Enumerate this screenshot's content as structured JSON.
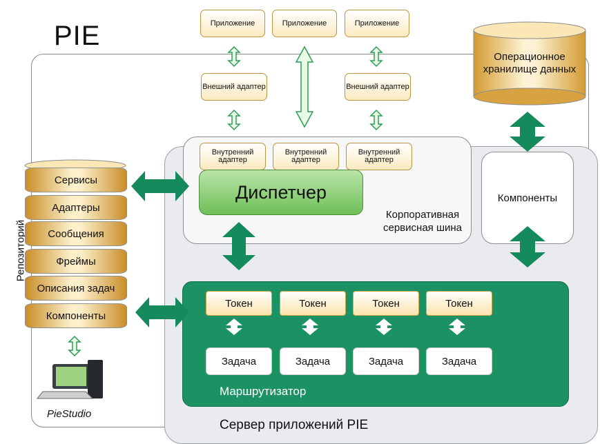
{
  "title": "PIE",
  "applications": [
    "Приложение",
    "Приложение",
    "Приложение"
  ],
  "external_adapters": [
    "Внешний адаптер",
    "Внешний адаптер"
  ],
  "internal_adapters": [
    "Внутренний адаптер",
    "Внутренний адаптер",
    "Внутренний адаптер"
  ],
  "datastore": "Операционное хранилище данных",
  "dispatcher": "Диспетчер",
  "esb_label": "Корпоративная сервисная шина",
  "components_box": "Компоненты",
  "repository": {
    "label": "Репозиторий",
    "items": [
      "Сервисы",
      "Адаптеры",
      "Сообщения",
      "Фреймы",
      "Описания задач",
      "Компоненты"
    ]
  },
  "tokens": [
    "Токен",
    "Токен",
    "Токен",
    "Токен"
  ],
  "tasks": [
    "Задача",
    "Задача",
    "Задача",
    "Задача"
  ],
  "router": "Маршрутизатор",
  "studio": "PieStudio",
  "server": "Сервер приложений PIE",
  "colors": {
    "arrow_green": "#158a5c",
    "router_green": "#1b9164",
    "dispatcher_green": "#7fc866",
    "cylinder_gold": "#d9a03a"
  }
}
